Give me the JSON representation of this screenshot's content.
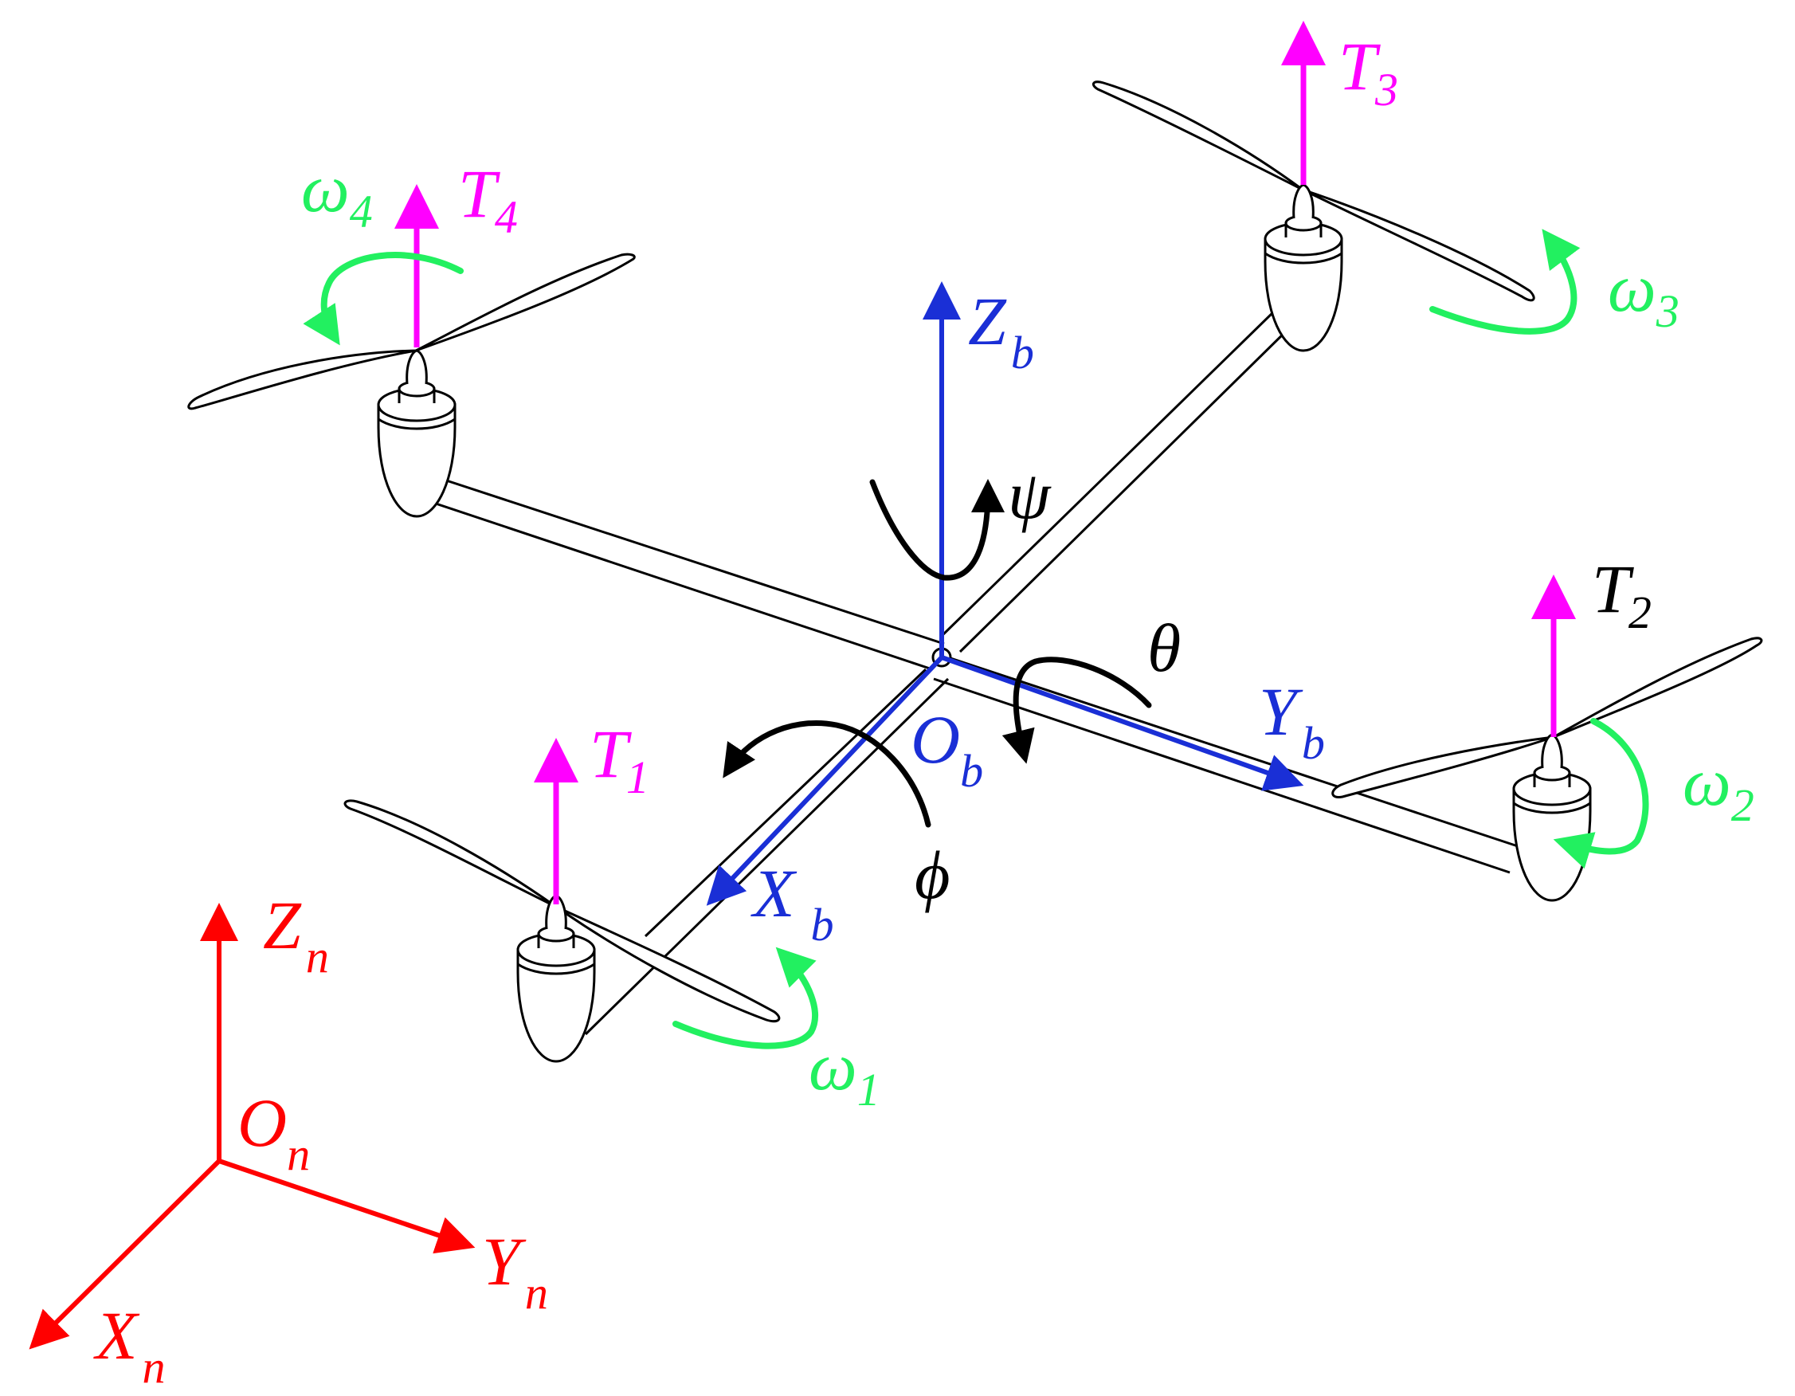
{
  "colors": {
    "frame": "#000000",
    "body_axes": "#1a2fd6",
    "inertial_axes": "#ff0000",
    "thrust": "#ff00ff",
    "rotor_speed": "#22f060",
    "attitude": "#000000"
  },
  "inertial_frame": {
    "origin": {
      "symbol": "O",
      "sub": "n"
    },
    "x": {
      "symbol": "X",
      "sub": "n"
    },
    "y": {
      "symbol": "Y",
      "sub": "n"
    },
    "z": {
      "symbol": "Z",
      "sub": "n"
    }
  },
  "body_frame": {
    "origin": {
      "symbol": "O",
      "sub": "b"
    },
    "x": {
      "symbol": "X",
      "sub": "b"
    },
    "y": {
      "symbol": "Y",
      "sub": "b"
    },
    "z": {
      "symbol": "Z",
      "sub": "b"
    }
  },
  "attitude_angles": {
    "roll": "ϕ",
    "pitch": "θ",
    "yaw": "ψ"
  },
  "rotors": [
    {
      "thrust": {
        "symbol": "T",
        "sub": "1"
      },
      "speed": {
        "symbol": "ω",
        "sub": "1"
      }
    },
    {
      "thrust": {
        "symbol": "T",
        "sub": "2"
      },
      "speed": {
        "symbol": "ω",
        "sub": "2"
      }
    },
    {
      "thrust": {
        "symbol": "T",
        "sub": "3"
      },
      "speed": {
        "symbol": "ω",
        "sub": "3"
      }
    },
    {
      "thrust": {
        "symbol": "T",
        "sub": "4"
      },
      "speed": {
        "symbol": "ω",
        "sub": "4"
      }
    }
  ]
}
